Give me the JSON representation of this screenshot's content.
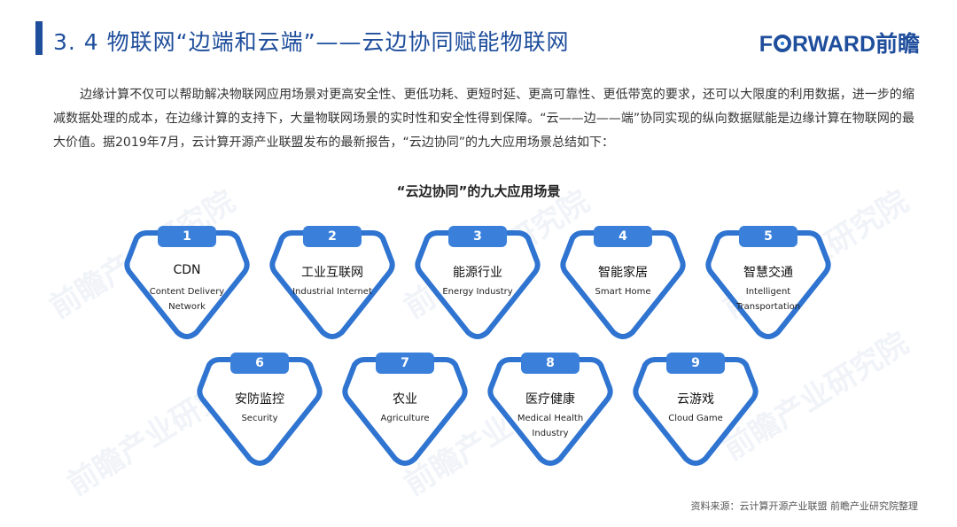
{
  "header": {
    "title": "3. 4  物联网“边端和云端”——云边协同赋能物联网",
    "logo_prefix": "F",
    "logo_suffix": "RWARD前瞻"
  },
  "intro": "边缘计算不仅可以帮助解决物联网应用场景对更高安全性、更低功耗、更短时延、更高可靠性、更低带宽的要求，还可以大限度的利用数据，进一步的缩减数据处理的成本，在边缘计算的支持下，大量物联网场景的实时性和安全性得到保障。“云——边——端”协同实现的纵向数据赋能是边缘计算在物联网的最大价值。据2019年7月，云计算开源产业联盟发布的最新报告，“云边协同”的九大应用场景总结如下：",
  "subtitle": "“云边协同”的九大应用场景",
  "colors": {
    "primary": "#1f4e9c",
    "card_border": "#2f74d0",
    "card_tab": "#3a80db"
  },
  "scenarios": [
    {
      "num": "1",
      "cn": "CDN",
      "en": "Content Delivery Network"
    },
    {
      "num": "2",
      "cn": "工业互联网",
      "en": "Industrial Internet"
    },
    {
      "num": "3",
      "cn": "能源行业",
      "en": "Energy Industry"
    },
    {
      "num": "4",
      "cn": "智能家居",
      "en": "Smart Home"
    },
    {
      "num": "5",
      "cn": "智慧交通",
      "en": "Intelligent Transportation"
    },
    {
      "num": "6",
      "cn": "安防监控",
      "en": "Security"
    },
    {
      "num": "7",
      "cn": "农业",
      "en": "Agriculture"
    },
    {
      "num": "8",
      "cn": "医疗健康",
      "en": "Medical Health Industry"
    },
    {
      "num": "9",
      "cn": "云游戏",
      "en": "Cloud Game"
    }
  ],
  "watermark": "前瞻产业研究院",
  "source": "资料来源：云计算开源产业联盟  前瞻产业研究院整理"
}
